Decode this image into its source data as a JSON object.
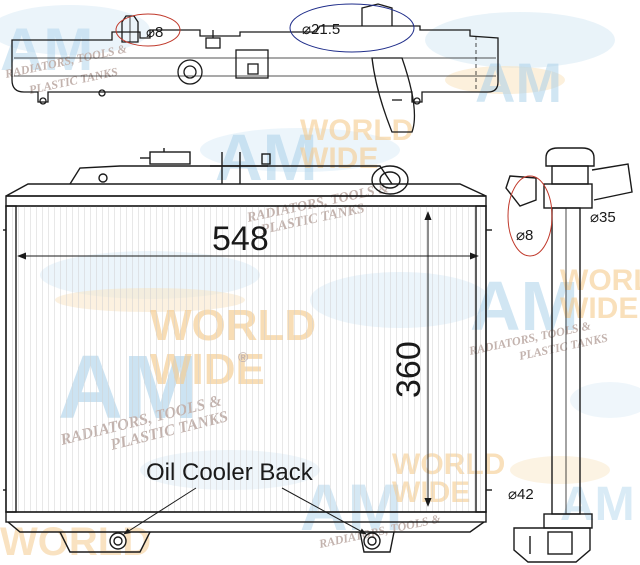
{
  "dimensions": {
    "top_tank_inlet": "⌀21.5",
    "top_tank_small_port": "⌀8",
    "core_width": "548",
    "core_height": "360",
    "side_small_port": "⌀8",
    "side_inlet": "⌀35",
    "side_outlet": "⌀42"
  },
  "annotations": {
    "oil_cooler": "Oil Cooler Back"
  },
  "watermark": {
    "logo_main": "AM",
    "logo_line1": "WORLD",
    "logo_line2": "WIDE",
    "registered": "®",
    "tagline1": "RADIATORS, TOOLS &",
    "tagline2": "PLASTIC TANKS"
  },
  "colors": {
    "line": "#1a1a1a",
    "callout_circle": "#c0392b",
    "callout_circle_blue": "#1f2d8a",
    "watermark_blue": "#9cc9e6",
    "watermark_orange": "#f3c27a",
    "watermark_text": "#b9a6a0"
  }
}
